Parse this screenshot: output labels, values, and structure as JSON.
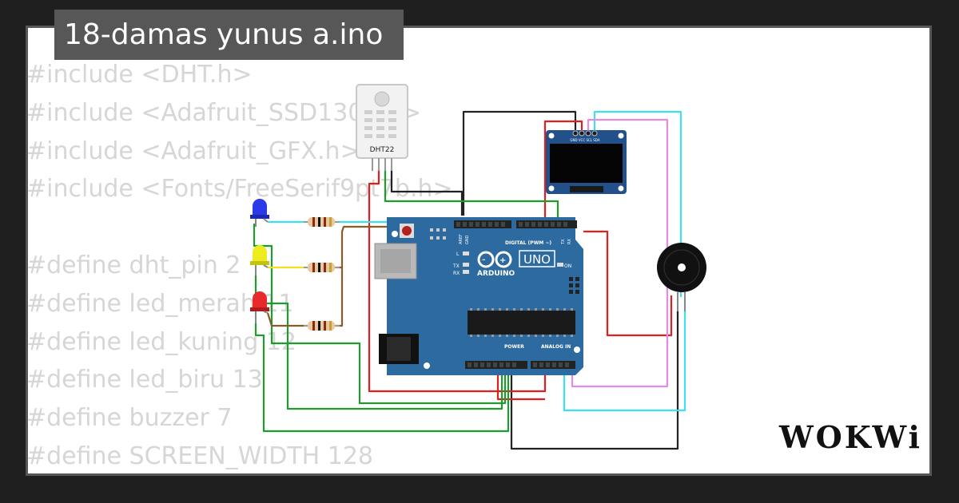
{
  "title": "18-damas yunus a.ino",
  "code_lines": [
    "#include <DHT.h>",
    "#include <Adafruit_SSD1306.h>",
    "#include <Adafruit_GFX.h>",
    "#include <Fonts/FreeSerif9pt7b.h>",
    "",
    "#define dht_pin 2",
    "#define led_merah 11",
    "#define led_kuning 12",
    "#define led_biru 13",
    "#define buzzer 7",
    "#define SCREEN_WIDTH 128"
  ],
  "circuit": {
    "sensor_label": "DHT22",
    "oled_pins": "GND VCC SCL SDA",
    "board": {
      "model": "UNO",
      "brand": "ARDUINO",
      "on_label": "ON",
      "digital_label": "DIGITAL (PWM ~)",
      "power_label": "POWER",
      "analog_label": "ANALOG IN",
      "tx": "TX",
      "rx": "RX",
      "l": "L",
      "aref": "AREF",
      "gnd": "GND"
    }
  },
  "logo": "WOKWi",
  "colors": {
    "background": "#1f1f1f",
    "frame_border": "#575757",
    "title_bg": "#575757",
    "code_text": "#d6d6d6",
    "board": "#2d6aa0",
    "wire_red": "#e02020",
    "wire_green": "#1e9a2e",
    "wire_black": "#222222",
    "wire_cyan": "#3ee0f0",
    "wire_pink": "#e48ae6",
    "wire_brown": "#8a5a2a",
    "wire_yellow": "#f0e020"
  }
}
